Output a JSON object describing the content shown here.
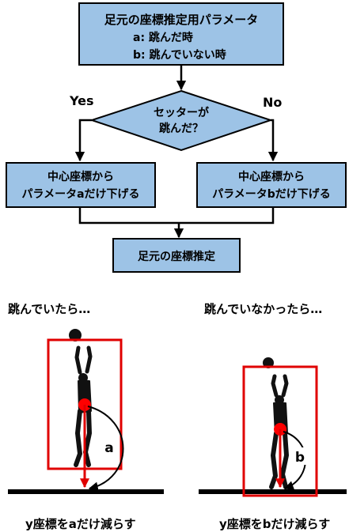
{
  "flowchart": {
    "top_box": {
      "title": "足元の座標推定用パラメータ",
      "param_a": "a: 跳んだ時",
      "param_b": "b: 跳んでいない時"
    },
    "decision": {
      "line1": "セッターが",
      "line2": "跳んだ？"
    },
    "yes_label": "Yes",
    "no_label": "No",
    "left_box": {
      "line1": "中心座標から",
      "line2": "パラメータaだけ下げる"
    },
    "right_box": {
      "line1": "中心座標から",
      "line2": "パラメータbだけ下げる"
    },
    "bottom_box": "足元の座標推定"
  },
  "illustrations": {
    "left": {
      "heading": "跳んでいたら…",
      "param_label": "a",
      "caption": "y座標をaだけ減らす"
    },
    "right": {
      "heading": "跳んでいなかったら…",
      "param_label": "b",
      "caption": "y座標をbだけ減らす"
    }
  },
  "colors": {
    "box_fill": "#9DC3E6",
    "box_stroke": "#000000",
    "bbox_red": "#E00000",
    "center_dot": "#FF0000"
  }
}
